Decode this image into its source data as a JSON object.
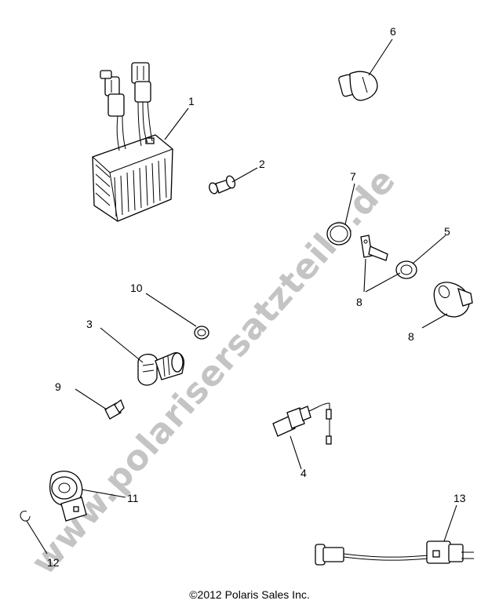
{
  "watermark": "www.polarisersatzteile.de",
  "copyright": "©2012 Polaris Sales Inc.",
  "callouts": {
    "c1": "1",
    "c2": "2",
    "c3": "3",
    "c4": "4",
    "c5": "5",
    "c6": "6",
    "c7": "7",
    "c8a": "8",
    "c8b": "8",
    "c9": "9",
    "c10": "10",
    "c11": "11",
    "c12": "12",
    "c13": "13"
  }
}
